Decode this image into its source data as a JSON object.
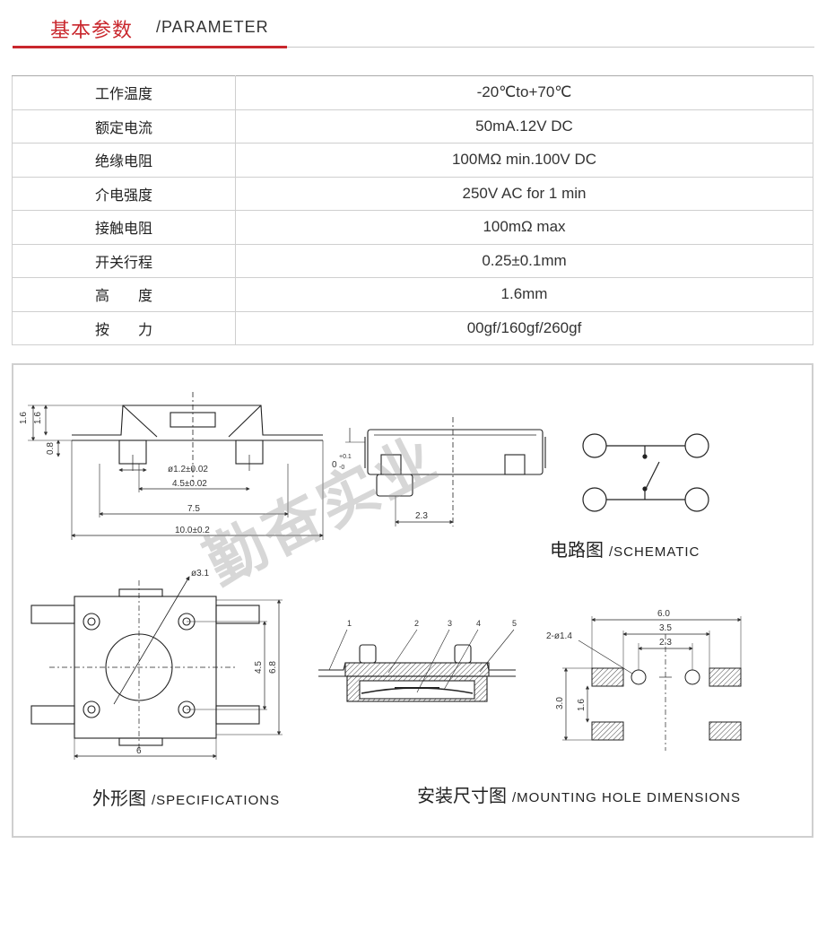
{
  "header": {
    "title_cn": "基本参数",
    "title_en": "/PARAMETER"
  },
  "params": [
    {
      "key": "工作温度",
      "value": "-20℃to+70℃"
    },
    {
      "key": "额定电流",
      "value": "50mA.12V DC"
    },
    {
      "key": "绝缘电阻",
      "value": "100MΩ min.100V DC"
    },
    {
      "key": "介电强度",
      "value": "250V AC for 1 min"
    },
    {
      "key": "接触电阻",
      "value": "100mΩ max"
    },
    {
      "key": "开关行程",
      "value": "0.25±0.1mm"
    },
    {
      "key": "高　　度",
      "value": "1.6mm"
    },
    {
      "key": "按　　力",
      "value": "00gf/160gf/260gf"
    }
  ],
  "watermark": "勤奋实业",
  "captions": {
    "schematic_cn": "电路图",
    "schematic_en": "/SCHEMATIC",
    "spec_cn": "外形图",
    "spec_en": "/SPECIFICATIONS",
    "mount_cn": "安装尺寸图",
    "mount_en": "/MOUNTING HOLE DIMENSIONS"
  },
  "dimensions": {
    "side_height": "1.6",
    "side_height2": "1.6",
    "side_base": "0.8",
    "hole_dia": "ø1.2±0.02",
    "pitch": "4.5±0.02",
    "span": "7.5",
    "overall": "10.0±0.2",
    "standoff": "0",
    "standoff_tol_up": "+0.1",
    "standoff_tol_dn": "-0",
    "lead_offset": "2.3",
    "actuator_dia": "ø3.1",
    "top_pitch": "4.5",
    "top_height": "6.8",
    "top_width": "6",
    "parts": [
      "1",
      "2",
      "3",
      "4",
      "5"
    ],
    "mount_width": "6.0",
    "mount_pitch": "3.5",
    "mount_half": "2.3",
    "mount_hole": "2-ø1.4",
    "mount_height": "3.0",
    "mount_height2": "1.6"
  }
}
